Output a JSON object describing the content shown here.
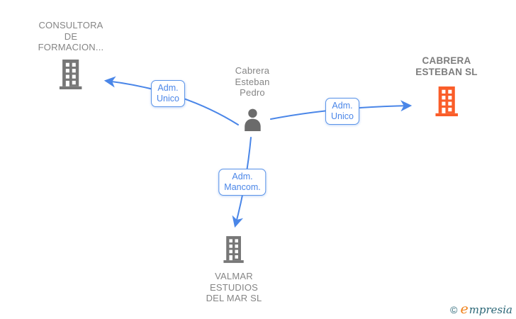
{
  "diagram": {
    "person": {
      "name": "Cabrera\nEsteban\nPedro",
      "icon": "person-icon"
    },
    "companies": {
      "consultora": {
        "name": "CONSULTORA\nDE\nFORMACION...",
        "icon": "building-icon"
      },
      "cabrera_sl": {
        "name": "CABRERA\nESTEBAN  SL",
        "icon": "building-icon",
        "highlighted": true
      },
      "valmar": {
        "name": "VALMAR\nESTUDIOS\nDEL MAR  SL",
        "icon": "building-icon"
      }
    },
    "edges": {
      "left": {
        "label": "Adm.\nUnico"
      },
      "right": {
        "label": "Adm.\nUnico"
      },
      "bottom": {
        "label": "Adm.\nMancom."
      }
    },
    "colors": {
      "link_line": "#4a86e8",
      "label_text": "#4a86e8",
      "label_border": "#5b94e8",
      "company_icon": "#777777",
      "highlight_company_icon": "#fa5d29",
      "person_icon": "#6b6b6b",
      "text_gray": "#858585"
    }
  },
  "footer": {
    "copyright_symbol": "©",
    "brand_first_letter": "e",
    "brand_rest": "mpresia"
  }
}
